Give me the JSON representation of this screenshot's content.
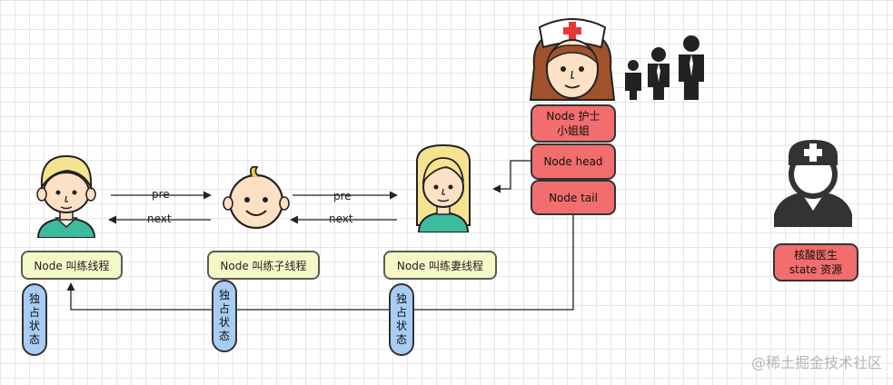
{
  "nodes": {
    "node1": {
      "label": "Node 叫练线程"
    },
    "node2": {
      "label": "Node 叫练子线程"
    },
    "node3": {
      "label": "Node 叫练妻线程"
    }
  },
  "exclusive_state": "独占状态",
  "links": {
    "pre": "pre",
    "next": "next"
  },
  "nurse_queue": {
    "node_nurse": "Node 护士\n小姐姐",
    "head": "Node head",
    "tail": "Node tail"
  },
  "doctor": {
    "label": "核酸医生\nstate 资源"
  },
  "watermark": "@稀土掘金技术社区",
  "colors": {
    "node_fill": "#f3f8c6",
    "state_fill": "#a8cdf5",
    "red_fill": "#f26d6d",
    "teal": "#2bb39b"
  },
  "icons": [
    "man-avatar-icon",
    "baby-avatar-icon",
    "woman-avatar-icon",
    "nurse-avatar-icon",
    "people-icon",
    "doctor-icon"
  ]
}
